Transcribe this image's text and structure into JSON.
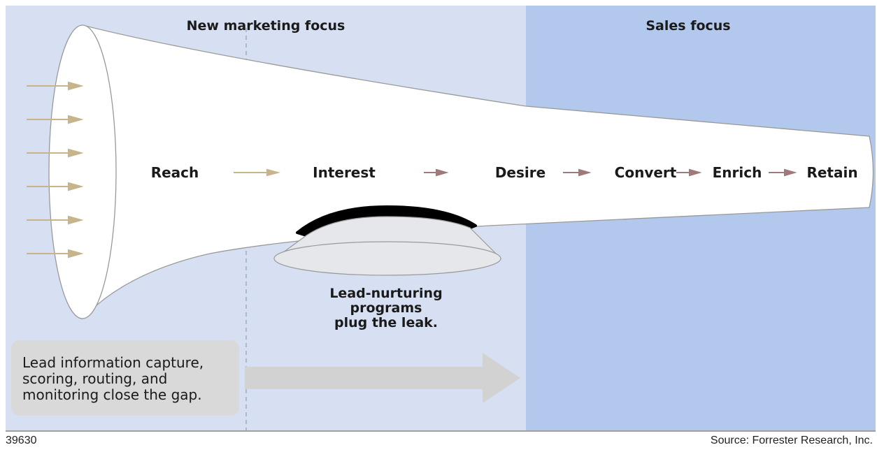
{
  "regions": {
    "marketing_title": "New marketing focus",
    "sales_title": "Sales focus"
  },
  "stages": [
    "Reach",
    "Interest",
    "Desire",
    "Convert",
    "Enrich",
    "Retain"
  ],
  "leak_caption": [
    "Lead-nurturing",
    "programs",
    "plug the leak."
  ],
  "gap_note": [
    "Lead information capture,",
    "scoring, routing, and",
    "monitoring close the gap."
  ],
  "footer": {
    "figure_id": "39630",
    "source": "Source: Forrester Research, Inc."
  },
  "colors": {
    "marketing_bg": "#d6e0f2",
    "sales_bg": "#b3c8ed",
    "funnel_fill": "#ffffff",
    "input_arrow": "#c8b48c",
    "stage_arrow": "#a07a7a",
    "gap_box": "#d9d9d9",
    "gap_arrow": "#d2d2d2"
  },
  "icons": {
    "input_arrows": "arrow-right-icon",
    "stage_arrows": "arrow-right-icon",
    "gap_arrow": "block-arrow-right-icon"
  }
}
